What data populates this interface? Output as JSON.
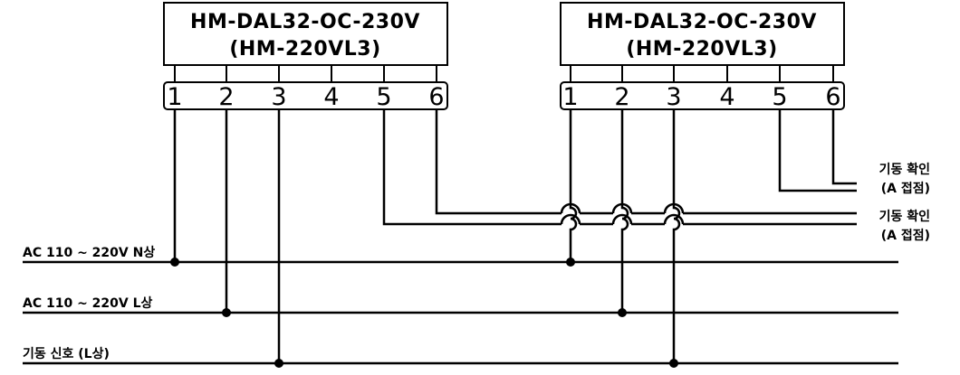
{
  "diagram": {
    "relays": [
      {
        "model_line1": "HM-DAL32-OC-230V",
        "model_line2": "(HM-220VL3)",
        "pins": [
          "1",
          "2",
          "3",
          "4",
          "5",
          "6"
        ]
      },
      {
        "model_line1": "HM-DAL32-OC-230V",
        "model_line2": "(HM-220VL3)",
        "pins": [
          "1",
          "2",
          "3",
          "4",
          "5",
          "6"
        ]
      }
    ],
    "bus_lines": [
      {
        "label": "AC 110 ~ 220V N상"
      },
      {
        "label": "AC 110 ~ 220V L상"
      },
      {
        "label": "기동 신호 (L상)"
      }
    ],
    "outputs": [
      {
        "line1": "기동 확인",
        "line2": "(A 접점)"
      },
      {
        "line1": "기동 확인",
        "line2": "(A 접점)"
      }
    ]
  }
}
